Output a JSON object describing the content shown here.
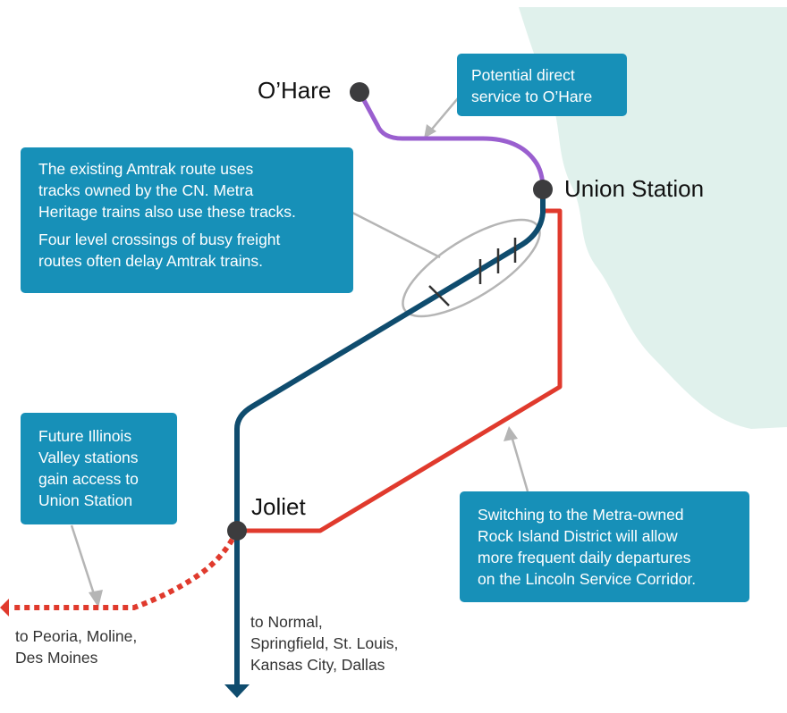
{
  "stations": {
    "ohare": "O’Hare",
    "union_station": "Union Station",
    "joliet": "Joliet"
  },
  "callouts": {
    "ohare_direct": [
      "Potential direct",
      "service to O’Hare"
    ],
    "amtrak_route": {
      "para1": [
        "The existing Amtrak route uses",
        "tracks owned by the CN. Metra",
        "Heritage trains also use these tracks."
      ],
      "para2": [
        "Four level crossings of busy freight",
        "routes often delay Amtrak trains."
      ]
    },
    "illinois_valley": [
      "Future Illinois",
      "Valley stations",
      "gain access to",
      "Union Station"
    ],
    "rock_island": [
      "Switching to the Metra-owned",
      "Rock Island District will allow",
      "more frequent daily departures",
      "on the Lincoln Service Corridor."
    ]
  },
  "destinations": {
    "west": [
      "to Peoria, Moline,",
      "Des Moines"
    ],
    "south": [
      "to Normal,",
      "Springfield, St. Louis,",
      "Kansas City, Dallas"
    ]
  },
  "colors": {
    "amtrak_route": "#0f4c6e",
    "rock_island_route": "#e03a2d",
    "ohare_route": "#9a5fcf",
    "lake": "#e0f1ec",
    "callout": "#1790b8",
    "station": "#3c3c3e"
  }
}
